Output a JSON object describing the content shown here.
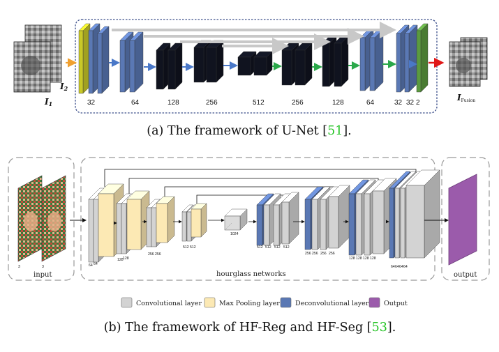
{
  "unet": {
    "caption_main": "(a)  The framework of U-Net [",
    "caption_ref": "51",
    "caption_end": "].",
    "input_label_1": "I",
    "input_sub_1": "1",
    "input_label_2": "I",
    "input_sub_2": "2",
    "output_label": "I",
    "output_sub": "Fusion",
    "channels": [
      "32",
      "64",
      "128",
      "256",
      "512",
      "256",
      "128",
      "64",
      "32",
      "32",
      "2"
    ]
  },
  "hourglass": {
    "caption_main": "(b)  The framework of HF-Reg and HF-Seg [",
    "caption_ref": "53",
    "caption_end": "].",
    "input_label": "input",
    "output_label": "output",
    "middle_label": "hourglass  networks",
    "input_channels": [
      "3",
      "3"
    ],
    "small_channels": [
      "64",
      "64",
      "128",
      "128",
      "256",
      "256",
      "512",
      "512",
      "1024",
      "512",
      "512",
      "512",
      "512",
      "256",
      "256",
      "256",
      "256",
      "128",
      "128",
      "128",
      "128",
      "64",
      "64",
      "64",
      "64"
    ]
  },
  "legend": [
    {
      "label": "Convolutional layer",
      "color": "#d3d3d3"
    },
    {
      "label": "Max Pooling layer",
      "color": "#fce9b4"
    },
    {
      "label": "Deconvolutional layer",
      "color": "#5a78b4"
    },
    {
      "label": "Output",
      "color": "#9b5bab"
    }
  ],
  "colors": {
    "conv_dark": "#10131f",
    "conv_blue": "#5a78b4",
    "yellow_first": "#c9c928",
    "green_last": "#5b9a3f",
    "arrow_blue": "#4a78c8",
    "arrow_green": "#2aa84a",
    "arrow_red": "#e01818",
    "arrow_orange": "#f0a030",
    "cite_green": "#22c322"
  }
}
